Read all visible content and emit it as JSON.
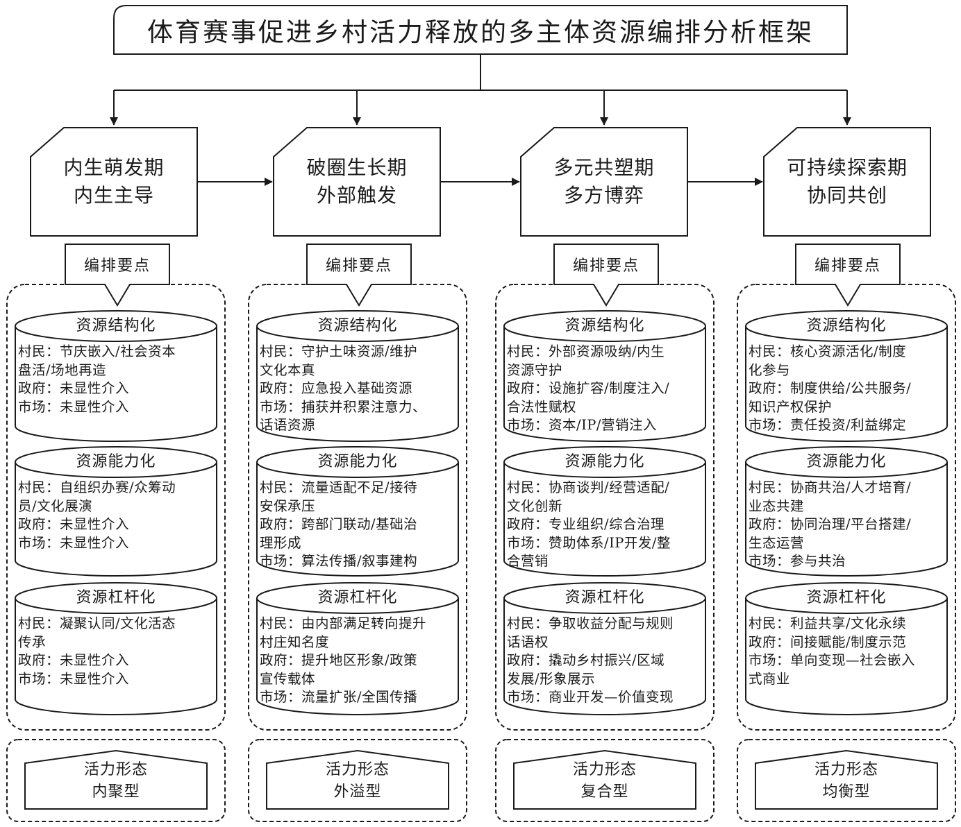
{
  "title": "体育赛事促进乡村活力释放的多主体资源编排分析框架",
  "columns": [
    {
      "phase": {
        "line1": "内生萌发期",
        "line2": "内生主导"
      },
      "tag": "编排要点",
      "cylinders": [
        {
          "title": "资源结构化",
          "lines": [
            "村民：节庆嵌入/社会资本",
            "盘活/场地再造",
            "政府：未显性介入",
            "市场：未显性介入"
          ]
        },
        {
          "title": "资源能力化",
          "lines": [
            "村民：自组织办赛/众筹动",
            "员/文化展演",
            "政府：未显性介入",
            "市场：未显性介入"
          ]
        },
        {
          "title": "资源杠杆化",
          "lines": [
            "村民：凝聚认同/文化活态",
            "传承",
            "政府：未显性介入",
            "市场：未显性介入"
          ]
        }
      ],
      "vitality": {
        "label": "活力形态",
        "type": "内聚型"
      }
    },
    {
      "phase": {
        "line1": "破圈生长期",
        "line2": "外部触发"
      },
      "tag": "编排要点",
      "cylinders": [
        {
          "title": "资源结构化",
          "lines": [
            "村民：守护土味资源/维护",
            "文化本真",
            "政府：应急投入基础资源",
            "市场：捕获并积累注意力、",
            "话语资源"
          ]
        },
        {
          "title": "资源能力化",
          "lines": [
            "村民：流量适配不足/接待",
            "安保承压",
            "政府：跨部门联动/基础治",
            "理形成",
            "市场：算法传播/叙事建构"
          ]
        },
        {
          "title": "资源杠杆化",
          "lines": [
            "村民：由内部满足转向提升",
            "村庄知名度",
            "政府：提升地区形象/政策",
            "宣传载体",
            "市场：流量扩张/全国传播"
          ]
        }
      ],
      "vitality": {
        "label": "活力形态",
        "type": "外溢型"
      }
    },
    {
      "phase": {
        "line1": "多元共塑期",
        "line2": "多方博弈"
      },
      "tag": "编排要点",
      "cylinders": [
        {
          "title": "资源结构化",
          "lines": [
            "村民：外部资源吸纳/内生",
            "资源守护",
            "政府：设施扩容/制度注入/",
            "合法性赋权",
            "市场：资本/IP/营销注入"
          ]
        },
        {
          "title": "资源能力化",
          "lines": [
            "村民：协商谈判/经营适配/",
            "文化创新",
            "政府：专业组织/综合治理",
            "市场：赞助体系/IP开发/整",
            "合营销"
          ]
        },
        {
          "title": "资源杠杆化",
          "lines": [
            "村民：争取收益分配与规则",
            "话语权",
            "政府：撬动乡村振兴/区域",
            "发展/形象展示",
            "市场：商业开发—价值变现"
          ]
        }
      ],
      "vitality": {
        "label": "活力形态",
        "type": "复合型"
      }
    },
    {
      "phase": {
        "line1": "可持续探索期",
        "line2": "协同共创"
      },
      "tag": "编排要点",
      "cylinders": [
        {
          "title": "资源结构化",
          "lines": [
            "村民：核心资源活化/制度",
            "化参与",
            "政府：制度供给/公共服务/",
            "知识产权保护",
            "市场：责任投资/利益绑定"
          ]
        },
        {
          "title": "资源能力化",
          "lines": [
            "村民：协商共治/人才培育/",
            "业态共建",
            "政府：协同治理/平台搭建/",
            "生态运营",
            "市场：参与共治"
          ]
        },
        {
          "title": "资源杠杆化",
          "lines": [
            "村民：利益共享/文化永续",
            "政府：间接赋能/制度示范",
            "市场：单向变现—社会嵌入",
            "式商业"
          ]
        }
      ],
      "vitality": {
        "label": "活力形态",
        "type": "均衡型"
      }
    }
  ]
}
